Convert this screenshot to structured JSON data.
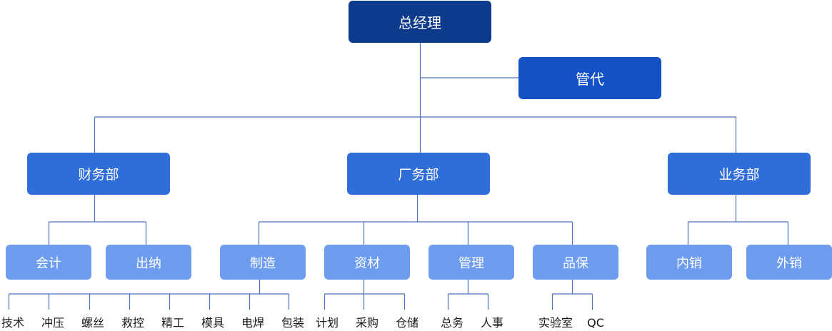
{
  "root": {
    "label": "总经理"
  },
  "deputy": {
    "label": "管代"
  },
  "departments": [
    {
      "label": "财务部",
      "sections": [
        {
          "label": "会计",
          "leaves": []
        },
        {
          "label": "出纳",
          "leaves": []
        }
      ]
    },
    {
      "label": "厂务部",
      "sections": [
        {
          "label": "制造",
          "leaves": [
            "技术",
            "冲压",
            "螺丝",
            "救控",
            "精工",
            "模具",
            "电焊",
            "包装"
          ]
        },
        {
          "label": "资材",
          "leaves": [
            "计划",
            "采购",
            "仓储"
          ]
        },
        {
          "label": "管理",
          "leaves": [
            "总务",
            "人事"
          ]
        },
        {
          "label": "品保",
          "leaves": [
            "实验室",
            "QC"
          ]
        }
      ]
    },
    {
      "label": "业务部",
      "sections": [
        {
          "label": "内销",
          "leaves": []
        },
        {
          "label": "外销",
          "leaves": []
        }
      ]
    }
  ],
  "colors": {
    "line": "#4a72c0",
    "leaf_line": "#4a72c0"
  }
}
